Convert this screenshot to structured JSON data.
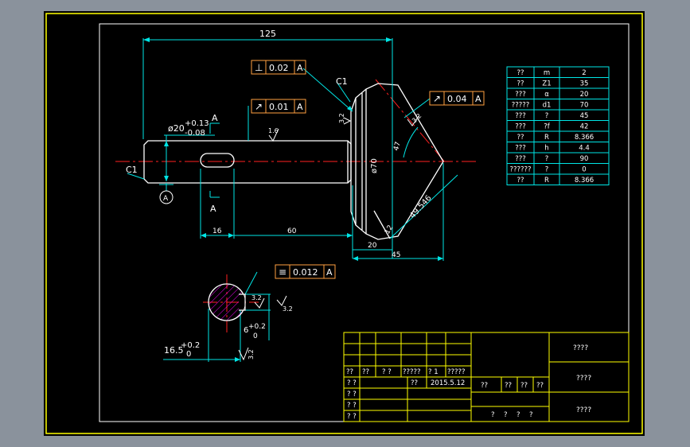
{
  "colors": {
    "background": "#8a929c",
    "sheet": "#000000",
    "border": "#ffff00",
    "outline": "#ffffff",
    "dimension": "#00e6e6",
    "center": "#ff0000",
    "hatch": "#ff00ff",
    "frame": "#ffa040"
  },
  "dims": {
    "overall_length": "125",
    "shaft_dia": "ø20",
    "tol_upper": "+0.13",
    "tol_lower": "-0.08",
    "section_label": "A",
    "section_label2": "A",
    "datum": "A",
    "len_16": "16",
    "len_60": "60",
    "len_20": "20",
    "len_45": "45",
    "dia_70": "ø70",
    "angle": "47",
    "bevel_len": "49.546",
    "small_dim": "12",
    "chamfer_left": "C1",
    "chamfer_top": "C1",
    "rough_16": "1.6",
    "rough_32_a": "3.2",
    "rough_32_b": "3.2",
    "rough_32_c": "3.2",
    "rough_32_d": "3.2",
    "key_depth": "16.5",
    "key_depth_tol_u": "+0.2",
    "key_depth_tol_l": "0",
    "key_width": "6",
    "key_width_tol_u": "+0.2",
    "key_width_tol_l": "0"
  },
  "tolerance_frames": [
    {
      "symbol": "⊥",
      "value": "0.02",
      "datum": "A"
    },
    {
      "symbol": "↗",
      "value": "0.01",
      "datum": "A"
    },
    {
      "symbol": "↗",
      "value": "0.04",
      "datum": "A"
    },
    {
      "symbol": "≡",
      "value": "0.012",
      "datum": "A"
    }
  ],
  "param_table": [
    [
      "??",
      "m",
      "2"
    ],
    [
      "??",
      "Z1",
      "35"
    ],
    [
      "???",
      "α",
      "20"
    ],
    [
      "?????",
      "d1",
      "70"
    ],
    [
      "???",
      "?",
      "45"
    ],
    [
      "???",
      "?f",
      "42"
    ],
    [
      "??",
      "R",
      "8.366"
    ],
    [
      "???",
      "h",
      "4.4"
    ],
    [
      "???",
      "?",
      "90"
    ],
    [
      "??????",
      "?",
      "0"
    ],
    [
      "??",
      "R",
      "8.366"
    ]
  ],
  "title_block": {
    "titles": [
      "????",
      "????",
      "????"
    ],
    "row1": [
      "??",
      "??",
      "? ?",
      "?????",
      "? 1",
      "?????"
    ],
    "designer_label": "? ?",
    "designer_code": "??",
    "date": "2015.5.12",
    "mid_labels": [
      "??",
      "??",
      "??",
      "??"
    ],
    "check_label": "? ?",
    "std_label": "? ?",
    "approve_label": "? ?",
    "bottom_row": [
      "?",
      "?",
      "?",
      "?"
    ]
  }
}
